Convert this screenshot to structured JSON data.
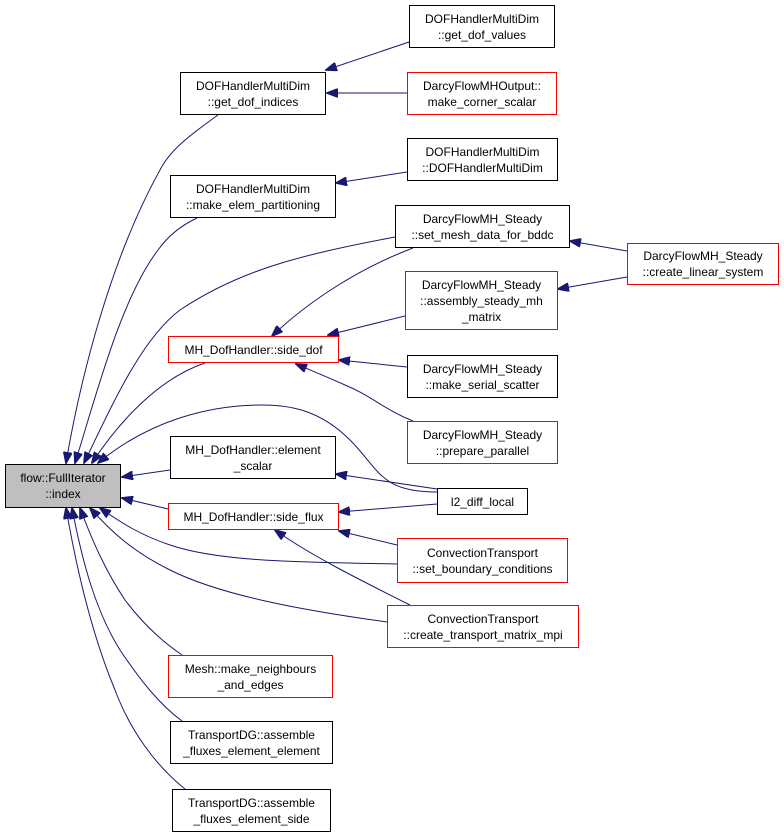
{
  "colors": {
    "edge": "#191970",
    "linked_border": "#ff0000",
    "root_fill": "#bfbfbf"
  },
  "nodes": {
    "root": [
      "flow::FullIterator",
      "::index"
    ],
    "get_dof_indices": [
      "DOFHandlerMultiDim",
      "::get_dof_indices"
    ],
    "make_elem_partitioning": [
      "DOFHandlerMultiDim",
      "::make_elem_partitioning"
    ],
    "side_dof": [
      "MH_DofHandler::side_dof"
    ],
    "element_scalar": [
      "MH_DofHandler::element",
      "_scalar"
    ],
    "side_flux": [
      "MH_DofHandler::side_flux"
    ],
    "make_neighbours": [
      "Mesh::make_neighbours",
      "_and_edges"
    ],
    "assemble_ee": [
      "TransportDG::assemble",
      "_fluxes_element_element"
    ],
    "assemble_es": [
      "TransportDG::assemble",
      "_fluxes_element_side"
    ],
    "get_dof_values": [
      "DOFHandlerMultiDim",
      "::get_dof_values"
    ],
    "make_corner_scalar": [
      "DarcyFlowMHOutput::",
      "make_corner_scalar"
    ],
    "dofhandler_ctor": [
      "DOFHandlerMultiDim",
      "::DOFHandlerMultiDim"
    ],
    "set_mesh_data": [
      "DarcyFlowMH_Steady",
      "::set_mesh_data_for_bddc"
    ],
    "assembly_steady": [
      "DarcyFlowMH_Steady",
      "::assembly_steady_mh",
      "_matrix"
    ],
    "make_serial_scatter": [
      "DarcyFlowMH_Steady",
      "::make_serial_scatter"
    ],
    "prepare_parallel": [
      "DarcyFlowMH_Steady",
      "::prepare_parallel"
    ],
    "create_linear_system": [
      "DarcyFlowMH_Steady",
      "::create_linear_system"
    ],
    "l2_diff_local": [
      "l2_diff_local"
    ],
    "set_boundary_conditions": [
      "ConvectionTransport",
      "::set_boundary_conditions"
    ],
    "create_transport_matrix": [
      "ConvectionTransport",
      "::create_transport_matrix_mpi"
    ]
  }
}
